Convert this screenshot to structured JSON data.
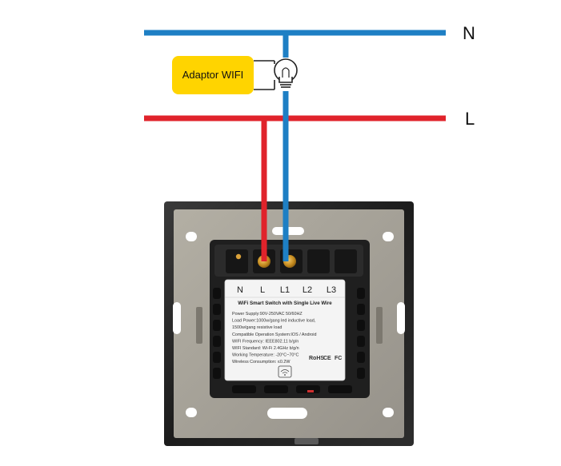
{
  "wires": {
    "neutral": {
      "label": "N",
      "color": "#1e7fc4"
    },
    "live": {
      "label": "L",
      "color": "#e0232b"
    }
  },
  "adaptor": {
    "label": "Adaptor WIFI",
    "color": "#ffd400"
  },
  "switch": {
    "terminals": [
      "N",
      "L",
      "L1",
      "L2",
      "L3"
    ],
    "spec_title": "WiFi Smart Switch with Single Live Wire",
    "spec_lines": [
      "Power Supply:90V-250VAC  50/60HZ",
      "Load Power:1000w/gang led inductive load,",
      "1500w/gang resistive load",
      "Compatible Operation System:IOS / Android",
      "WIFI Frequency: IEEE802.11 b/g/n",
      "WIFI Standard: Wi-Fi 2.4GHz b/g/n",
      "Working Temperature: -20°C~70°C",
      "Wireless Consumption: ≤0.2W"
    ],
    "cert_marks": [
      "RoHS",
      "CE",
      "FC"
    ],
    "panel_color": "#a39f93",
    "module_color": "#1f1f1f"
  }
}
